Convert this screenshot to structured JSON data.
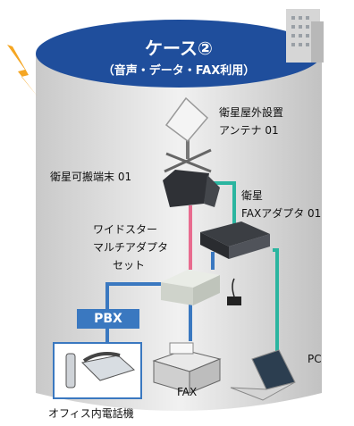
{
  "header": {
    "title": "ケース②",
    "subtitle": "（音声・データ・FAX利用）"
  },
  "devices": {
    "antenna_line1": "衛星屋外設置",
    "antenna_line2": "アンテナ 01",
    "portable_terminal": "衛星可搬端末 01",
    "fax_adapter_line1": "衛星",
    "fax_adapter_line2": "FAXアダプタ 01",
    "multi_adapter_line1": "ワイドスター",
    "multi_adapter_line2": "マルチアダプタ",
    "multi_adapter_line3": "セット",
    "pbx": "PBX",
    "pc": "PC",
    "fax": "FAX",
    "office_phone": "オフィス内電話機"
  },
  "colors": {
    "cylinder_top": "#1f4e9c",
    "cylinder_body": "#d9d9d9",
    "line_pink": "#e86b8f",
    "line_teal": "#2bb5a0",
    "line_blue": "#3a78c0",
    "lightning": "#f5a623"
  }
}
